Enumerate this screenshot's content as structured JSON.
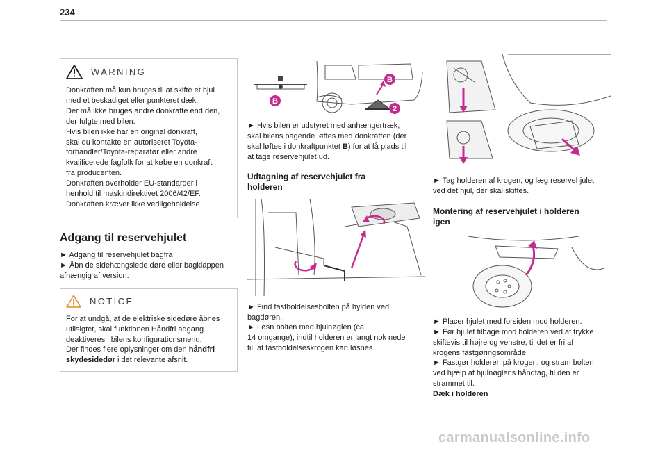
{
  "page_number": "234",
  "warning": {
    "title": "WARNING",
    "lines": [
      "Donkraften må kun bruges til at skifte et hjul",
      "med et beskadiget eller punkteret dæk.",
      "Der må ikke bruges andre donkrafte end den,",
      "der fulgte med bilen.",
      "Hvis bilen ikke har en original donkraft,",
      "skal du kontakte en autoriseret Toyota-",
      "forhandler/Toyota-reparatør eller andre",
      "kvalificerede fagfolk for at købe en donkraft",
      "fra producenten.",
      "Donkraften overholder EU-standarder i",
      "henhold til maskindirektivet 2006/42/EF.",
      "Donkraften kræver ikke vedligeholdelse."
    ]
  },
  "access": {
    "title": "Adgang til reservehjulet",
    "lines": [
      "► Adgang til reservehjulet bagfra",
      "► Åbn de sidehængslede døre eller bagklappen",
      "afhængig af version."
    ]
  },
  "notice": {
    "title": "NOTICE",
    "line1": "For at undgå, at de elektriske sidedøre åbnes",
    "line2": "utilsigtet, skal funktionen Håndfri adgang",
    "line3": "deaktiveres i bilens konfigurationsmenu.",
    "line4a": "Der findes flere oplysninger om den ",
    "line4b": "håndfri",
    "line5b": "skydesidedør",
    "line5c": " i det relevante afsnit."
  },
  "col2": {
    "fig1_labels": {
      "b1": "B",
      "b2": "B",
      "two": "2"
    },
    "para1": [
      "► Hvis bilen er udstyret med anhængertræk,",
      "skal bilens bagende løftes med donkraften (der"
    ],
    "para1_line3a": "skal løftes i donkraftpunktet ",
    "para1_line3b": "B",
    "para1_line3c": ") for at få plads til",
    "para1_line4": "at tage reservehjulet ud.",
    "subheading_line1": "Udtagning af reservehjulet fra",
    "subheading_line2": "holderen",
    "para2": [
      "► Find fastholdelsesbolten på hylden ved",
      "bagdøren.",
      "► Løsn bolten med hjulnøglen (ca.",
      "14 omgange), indtil holderen er langt nok nede",
      "til, at fastholdelseskrogen kan løsnes."
    ]
  },
  "col3": {
    "para1": [
      "► Tag holderen af krogen, og læg reservehjulet",
      "ved det hjul, der skal skiftes."
    ],
    "subheading_line1": "Montering af reservehjulet i holderen",
    "subheading_line2": "igen",
    "para2": [
      "► Placer hjulet med forsiden mod holderen.",
      "► Før hjulet tilbage mod holderen ved at trykke",
      "skiftevis til højre og venstre, til det er fri af",
      "krogens fastgøringsområde.",
      "► Fastgør holderen på krogen, og stram bolten",
      "ved hjælp af hjulnøglens håndtag, til den er",
      "strammet til."
    ],
    "caption": "Dæk i holderen"
  },
  "watermark": "carmanualsonline.info",
  "colors": {
    "accent": "#c52a8f",
    "rule": "#b5b5b5",
    "warning_icon": "#1e1e1e",
    "notice_icon": "#e08a1e"
  }
}
